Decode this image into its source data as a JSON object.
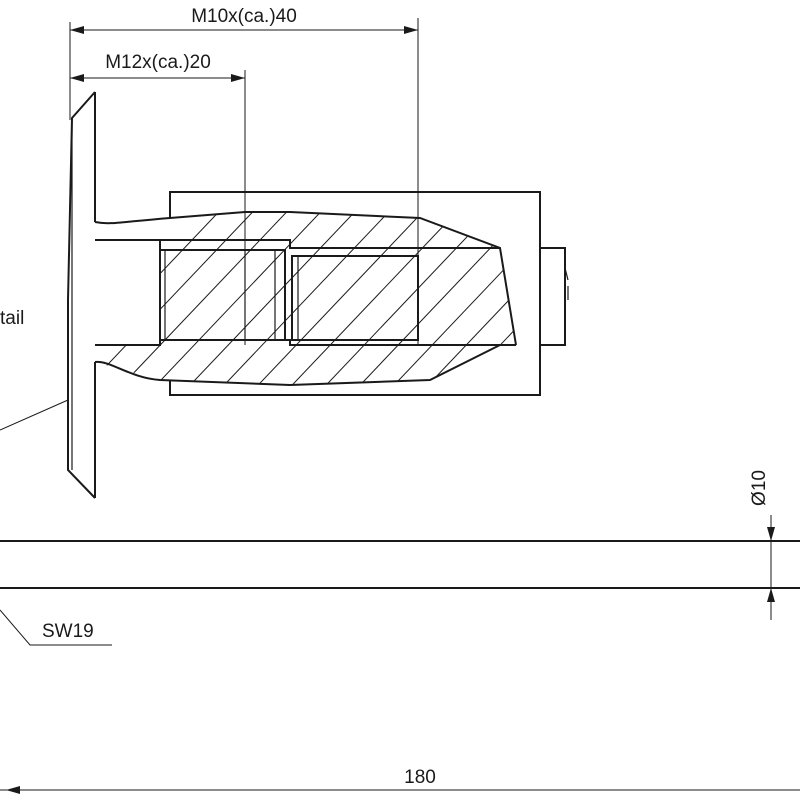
{
  "labels": {
    "dim_m10": "M10x(ca.)40",
    "dim_m12": "M12x(ca.)20",
    "detail_fragment": "tail",
    "dim_diameter": "Ø10",
    "dim_sw": "SW19",
    "dim_length": "180"
  },
  "colors": {
    "line": "#1a1a1a",
    "background": "#ffffff"
  }
}
